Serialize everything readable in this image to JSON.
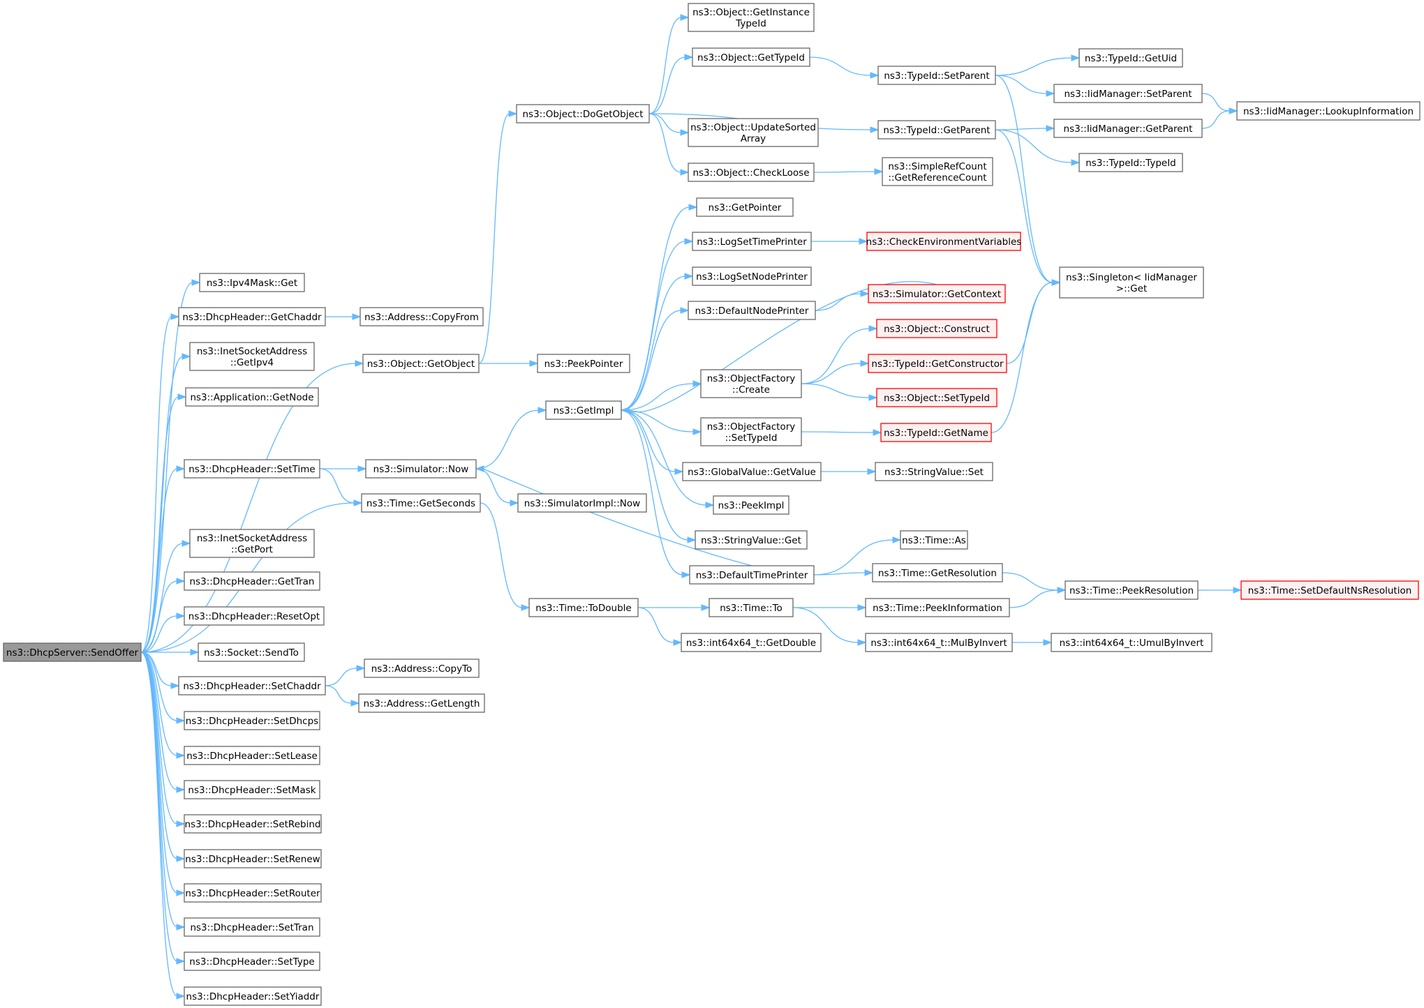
{
  "colors": {
    "edge": "#63b8ff",
    "node_border": "#666666",
    "root_fill": "#999999",
    "truncated_border": "#ff0000",
    "background": "#ffffff"
  },
  "graph": {
    "root": "ns3::DhcpServer::SendOffer",
    "nodes": [
      {
        "id": "send_offer",
        "lines": [
          "ns3::DhcpServer::SendOffer"
        ],
        "root": true
      },
      {
        "id": "ipv4mask_get",
        "lines": [
          "ns3::Ipv4Mask::Get"
        ]
      },
      {
        "id": "dh_getchaddr",
        "lines": [
          "ns3::DhcpHeader::GetChaddr"
        ]
      },
      {
        "id": "inet_getipv4",
        "lines": [
          "ns3::InetSocketAddress",
          "::GetIpv4"
        ]
      },
      {
        "id": "app_getnode",
        "lines": [
          "ns3::Application::GetNode"
        ]
      },
      {
        "id": "dh_settime",
        "lines": [
          "ns3::DhcpHeader::SetTime"
        ]
      },
      {
        "id": "inet_getport",
        "lines": [
          "ns3::InetSocketAddress",
          "::GetPort"
        ]
      },
      {
        "id": "dh_gettran",
        "lines": [
          "ns3::DhcpHeader::GetTran"
        ]
      },
      {
        "id": "dh_resetopt",
        "lines": [
          "ns3::DhcpHeader::ResetOpt"
        ]
      },
      {
        "id": "socket_sendto",
        "lines": [
          "ns3::Socket::SendTo"
        ]
      },
      {
        "id": "dh_setchaddr",
        "lines": [
          "ns3::DhcpHeader::SetChaddr"
        ]
      },
      {
        "id": "dh_setdhcps",
        "lines": [
          "ns3::DhcpHeader::SetDhcps"
        ]
      },
      {
        "id": "dh_setlease",
        "lines": [
          "ns3::DhcpHeader::SetLease"
        ]
      },
      {
        "id": "dh_setmask",
        "lines": [
          "ns3::DhcpHeader::SetMask"
        ]
      },
      {
        "id": "dh_setrebind",
        "lines": [
          "ns3::DhcpHeader::SetRebind"
        ]
      },
      {
        "id": "dh_setrenew",
        "lines": [
          "ns3::DhcpHeader::SetRenew"
        ]
      },
      {
        "id": "dh_setrouter",
        "lines": [
          "ns3::DhcpHeader::SetRouter"
        ]
      },
      {
        "id": "dh_settran",
        "lines": [
          "ns3::DhcpHeader::SetTran"
        ]
      },
      {
        "id": "dh_settype",
        "lines": [
          "ns3::DhcpHeader::SetType"
        ]
      },
      {
        "id": "dh_setyiaddr",
        "lines": [
          "ns3::DhcpHeader::SetYiaddr"
        ]
      },
      {
        "id": "addr_copyfrom",
        "lines": [
          "ns3::Address::CopyFrom"
        ]
      },
      {
        "id": "obj_getobject",
        "lines": [
          "ns3::Object::GetObject"
        ]
      },
      {
        "id": "sim_now",
        "lines": [
          "ns3::Simulator::Now"
        ]
      },
      {
        "id": "time_getseconds",
        "lines": [
          "ns3::Time::GetSeconds"
        ]
      },
      {
        "id": "addr_copyto",
        "lines": [
          "ns3::Address::CopyTo"
        ]
      },
      {
        "id": "addr_getlength",
        "lines": [
          "ns3::Address::GetLength"
        ]
      },
      {
        "id": "obj_dogetobject",
        "lines": [
          "ns3::Object::DoGetObject"
        ]
      },
      {
        "id": "peekpointer",
        "lines": [
          "ns3::PeekPointer"
        ]
      },
      {
        "id": "getimpl",
        "lines": [
          "ns3::GetImpl"
        ]
      },
      {
        "id": "simimpl_now",
        "lines": [
          "ns3::SimulatorImpl::Now"
        ]
      },
      {
        "id": "time_todouble",
        "lines": [
          "ns3::Time::ToDouble"
        ]
      },
      {
        "id": "obj_getinstancetypeid",
        "lines": [
          "ns3::Object::GetInstance",
          "TypeId"
        ]
      },
      {
        "id": "obj_gettypeid",
        "lines": [
          "ns3::Object::GetTypeId"
        ]
      },
      {
        "id": "obj_updatesorted",
        "lines": [
          "ns3::Object::UpdateSorted",
          "Array"
        ]
      },
      {
        "id": "obj_checkloose",
        "lines": [
          "ns3::Object::CheckLoose"
        ]
      },
      {
        "id": "getpointer",
        "lines": [
          "ns3::GetPointer"
        ]
      },
      {
        "id": "logsettimeprinter",
        "lines": [
          "ns3::LogSetTimePrinter"
        ]
      },
      {
        "id": "logsetnodeprinter",
        "lines": [
          "ns3::LogSetNodePrinter"
        ]
      },
      {
        "id": "defaultnodeprinter",
        "lines": [
          "ns3::DefaultNodePrinter"
        ]
      },
      {
        "id": "objfactory_create",
        "lines": [
          "ns3::ObjectFactory",
          "::Create"
        ]
      },
      {
        "id": "objfactory_settypeid",
        "lines": [
          "ns3::ObjectFactory",
          "::SetTypeId"
        ]
      },
      {
        "id": "globalvalue_getvalue",
        "lines": [
          "ns3::GlobalValue::GetValue"
        ]
      },
      {
        "id": "peekimpl",
        "lines": [
          "ns3::PeekImpl"
        ]
      },
      {
        "id": "stringvalue_get",
        "lines": [
          "ns3::StringValue::Get"
        ]
      },
      {
        "id": "defaulttimeprinter",
        "lines": [
          "ns3::DefaultTimePrinter"
        ]
      },
      {
        "id": "time_to",
        "lines": [
          "ns3::Time::To"
        ]
      },
      {
        "id": "int64_getdouble",
        "lines": [
          "ns3::int64x64_t::GetDouble"
        ]
      },
      {
        "id": "typeid_setparent",
        "lines": [
          "ns3::TypeId::SetParent"
        ]
      },
      {
        "id": "typeid_getparent",
        "lines": [
          "ns3::TypeId::GetParent"
        ]
      },
      {
        "id": "simplerefcount",
        "lines": [
          "ns3::SimpleRefCount",
          "::GetReferenceCount"
        ]
      },
      {
        "id": "checkenvvars",
        "lines": [
          "ns3::CheckEnvironmentVariables"
        ],
        "truncated": true
      },
      {
        "id": "sim_getcontext",
        "lines": [
          "ns3::Simulator::GetContext"
        ],
        "truncated": true
      },
      {
        "id": "obj_construct",
        "lines": [
          "ns3::Object::Construct"
        ],
        "truncated": true
      },
      {
        "id": "typeid_getconstructor",
        "lines": [
          "ns3::TypeId::GetConstructor"
        ],
        "truncated": true
      },
      {
        "id": "obj_settypeid",
        "lines": [
          "ns3::Object::SetTypeId"
        ],
        "truncated": true
      },
      {
        "id": "typeid_getname",
        "lines": [
          "ns3::TypeId::GetName"
        ],
        "truncated": true
      },
      {
        "id": "stringvalue_set",
        "lines": [
          "ns3::StringValue::Set"
        ]
      },
      {
        "id": "time_as",
        "lines": [
          "ns3::Time::As"
        ]
      },
      {
        "id": "time_getresolution",
        "lines": [
          "ns3::Time::GetResolution"
        ]
      },
      {
        "id": "time_peekinformation",
        "lines": [
          "ns3::Time::PeekInformation"
        ]
      },
      {
        "id": "int64_mulbyinvert",
        "lines": [
          "ns3::int64x64_t::MulByInvert"
        ]
      },
      {
        "id": "typeid_getuid",
        "lines": [
          "ns3::TypeId::GetUid"
        ]
      },
      {
        "id": "iid_setparent",
        "lines": [
          "ns3::IidManager::SetParent"
        ]
      },
      {
        "id": "iid_getparent",
        "lines": [
          "ns3::IidManager::GetParent"
        ]
      },
      {
        "id": "typeid_typeid",
        "lines": [
          "ns3::TypeId::TypeId"
        ]
      },
      {
        "id": "singleton_get",
        "lines": [
          "ns3::Singleton< IidManager",
          ">::Get"
        ]
      },
      {
        "id": "time_peekresolution",
        "lines": [
          "ns3::Time::PeekResolution"
        ]
      },
      {
        "id": "int64_umulbyinvert",
        "lines": [
          "ns3::int64x64_t::UmulByInvert"
        ]
      },
      {
        "id": "iid_lookupinformation",
        "lines": [
          "ns3::IidManager::LookupInformation"
        ]
      },
      {
        "id": "time_setdefaultnsresolution",
        "lines": [
          "ns3::Time::SetDefaultNsResolution"
        ],
        "truncated": true
      }
    ],
    "edges": [
      [
        "send_offer",
        "ipv4mask_get"
      ],
      [
        "send_offer",
        "dh_getchaddr"
      ],
      [
        "send_offer",
        "inet_getipv4"
      ],
      [
        "send_offer",
        "app_getnode"
      ],
      [
        "send_offer",
        "obj_getobject"
      ],
      [
        "send_offer",
        "dh_settime"
      ],
      [
        "send_offer",
        "time_getseconds"
      ],
      [
        "send_offer",
        "inet_getport"
      ],
      [
        "send_offer",
        "dh_gettran"
      ],
      [
        "send_offer",
        "dh_resetopt"
      ],
      [
        "send_offer",
        "socket_sendto"
      ],
      [
        "send_offer",
        "dh_setchaddr"
      ],
      [
        "send_offer",
        "dh_setdhcps"
      ],
      [
        "send_offer",
        "dh_setlease"
      ],
      [
        "send_offer",
        "dh_setmask"
      ],
      [
        "send_offer",
        "dh_setrebind"
      ],
      [
        "send_offer",
        "dh_setrenew"
      ],
      [
        "send_offer",
        "dh_setrouter"
      ],
      [
        "send_offer",
        "dh_settran"
      ],
      [
        "send_offer",
        "dh_settype"
      ],
      [
        "send_offer",
        "dh_setyiaddr"
      ],
      [
        "dh_getchaddr",
        "addr_copyfrom"
      ],
      [
        "dh_settime",
        "sim_now"
      ],
      [
        "dh_settime",
        "time_getseconds"
      ],
      [
        "dh_setchaddr",
        "addr_copyto"
      ],
      [
        "dh_setchaddr",
        "addr_getlength"
      ],
      [
        "obj_getobject",
        "obj_dogetobject"
      ],
      [
        "obj_getobject",
        "peekpointer"
      ],
      [
        "sim_now",
        "getimpl"
      ],
      [
        "sim_now",
        "simimpl_now"
      ],
      [
        "time_getseconds",
        "time_todouble"
      ],
      [
        "obj_dogetobject",
        "obj_getinstancetypeid"
      ],
      [
        "obj_dogetobject",
        "obj_gettypeid"
      ],
      [
        "obj_dogetobject",
        "typeid_getparent"
      ],
      [
        "obj_dogetobject",
        "obj_updatesorted"
      ],
      [
        "obj_dogetobject",
        "obj_checkloose"
      ],
      [
        "getimpl",
        "getpointer"
      ],
      [
        "getimpl",
        "logsettimeprinter"
      ],
      [
        "getimpl",
        "logsetnodeprinter"
      ],
      [
        "getimpl",
        "defaultnodeprinter"
      ],
      [
        "getimpl",
        "objfactory_create"
      ],
      [
        "getimpl",
        "objfactory_settypeid"
      ],
      [
        "getimpl",
        "globalvalue_getvalue"
      ],
      [
        "getimpl",
        "peekimpl"
      ],
      [
        "getimpl",
        "stringvalue_get"
      ],
      [
        "getimpl",
        "defaulttimeprinter"
      ],
      [
        "time_todouble",
        "time_to"
      ],
      [
        "time_todouble",
        "int64_getdouble"
      ],
      [
        "obj_gettypeid",
        "typeid_setparent"
      ],
      [
        "obj_checkloose",
        "simplerefcount"
      ],
      [
        "logsettimeprinter",
        "checkenvvars"
      ],
      [
        "defaultnodeprinter",
        "sim_getcontext"
      ],
      [
        "sim_getcontext",
        "getimpl"
      ],
      [
        "objfactory_create",
        "obj_construct"
      ],
      [
        "objfactory_create",
        "typeid_getconstructor"
      ],
      [
        "objfactory_create",
        "obj_settypeid"
      ],
      [
        "objfactory_settypeid",
        "typeid_getname"
      ],
      [
        "globalvalue_getvalue",
        "stringvalue_set"
      ],
      [
        "defaulttimeprinter",
        "sim_now"
      ],
      [
        "defaulttimeprinter",
        "time_as"
      ],
      [
        "defaulttimeprinter",
        "time_getresolution"
      ],
      [
        "time_to",
        "time_peekinformation"
      ],
      [
        "time_to",
        "int64_mulbyinvert"
      ],
      [
        "typeid_setparent",
        "typeid_getuid"
      ],
      [
        "typeid_setparent",
        "iid_setparent"
      ],
      [
        "typeid_setparent",
        "singleton_get"
      ],
      [
        "typeid_getparent",
        "iid_getparent"
      ],
      [
        "typeid_getparent",
        "typeid_typeid"
      ],
      [
        "typeid_getparent",
        "singleton_get"
      ],
      [
        "typeid_getconstructor",
        "singleton_get"
      ],
      [
        "typeid_getname",
        "singleton_get"
      ],
      [
        "time_getresolution",
        "time_peekresolution"
      ],
      [
        "time_peekinformation",
        "time_peekresolution"
      ],
      [
        "int64_mulbyinvert",
        "int64_umulbyinvert"
      ],
      [
        "iid_setparent",
        "iid_lookupinformation"
      ],
      [
        "iid_getparent",
        "iid_lookupinformation"
      ],
      [
        "time_peekresolution",
        "time_setdefaultnsresolution"
      ]
    ]
  }
}
